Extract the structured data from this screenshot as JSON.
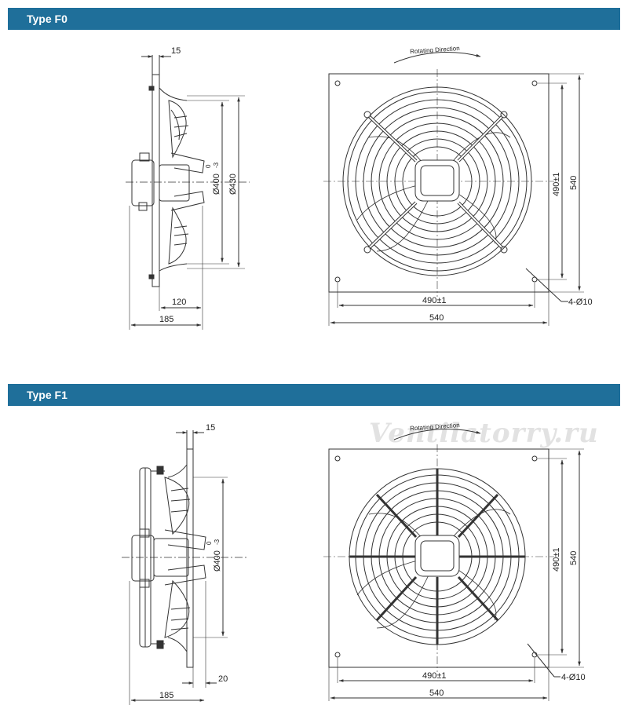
{
  "sections": [
    {
      "title": "Type F0",
      "side": {
        "flange_thickness": "15",
        "blade_dia": "Ø400",
        "tol_top": "0",
        "tol_bottom": "-3",
        "outer_dia": "Ø430",
        "depth_inner": "120",
        "depth_total": "185"
      },
      "front": {
        "rotation_label": "Rotating Direction",
        "hole_spacing_h": "490±1",
        "width": "540",
        "hole_spacing_v": "490±1",
        "height": "540",
        "hole_callout": "4-Ø10"
      }
    },
    {
      "title": "Type F1",
      "side": {
        "flange_thickness": "15",
        "blade_dia": "Ø400",
        "tol_top": "0",
        "tol_bottom": "-3",
        "offset": "20",
        "depth_total": "185"
      },
      "front": {
        "rotation_label": "Rotating Direction",
        "hole_spacing_h": "490±1",
        "width": "540",
        "hole_spacing_v": "490±1",
        "height": "540",
        "hole_callout": "4-Ø10"
      }
    }
  ],
  "watermark": "Ventilatorry.ru",
  "colors": {
    "band": "#1f6f9a",
    "line": "#333333"
  }
}
